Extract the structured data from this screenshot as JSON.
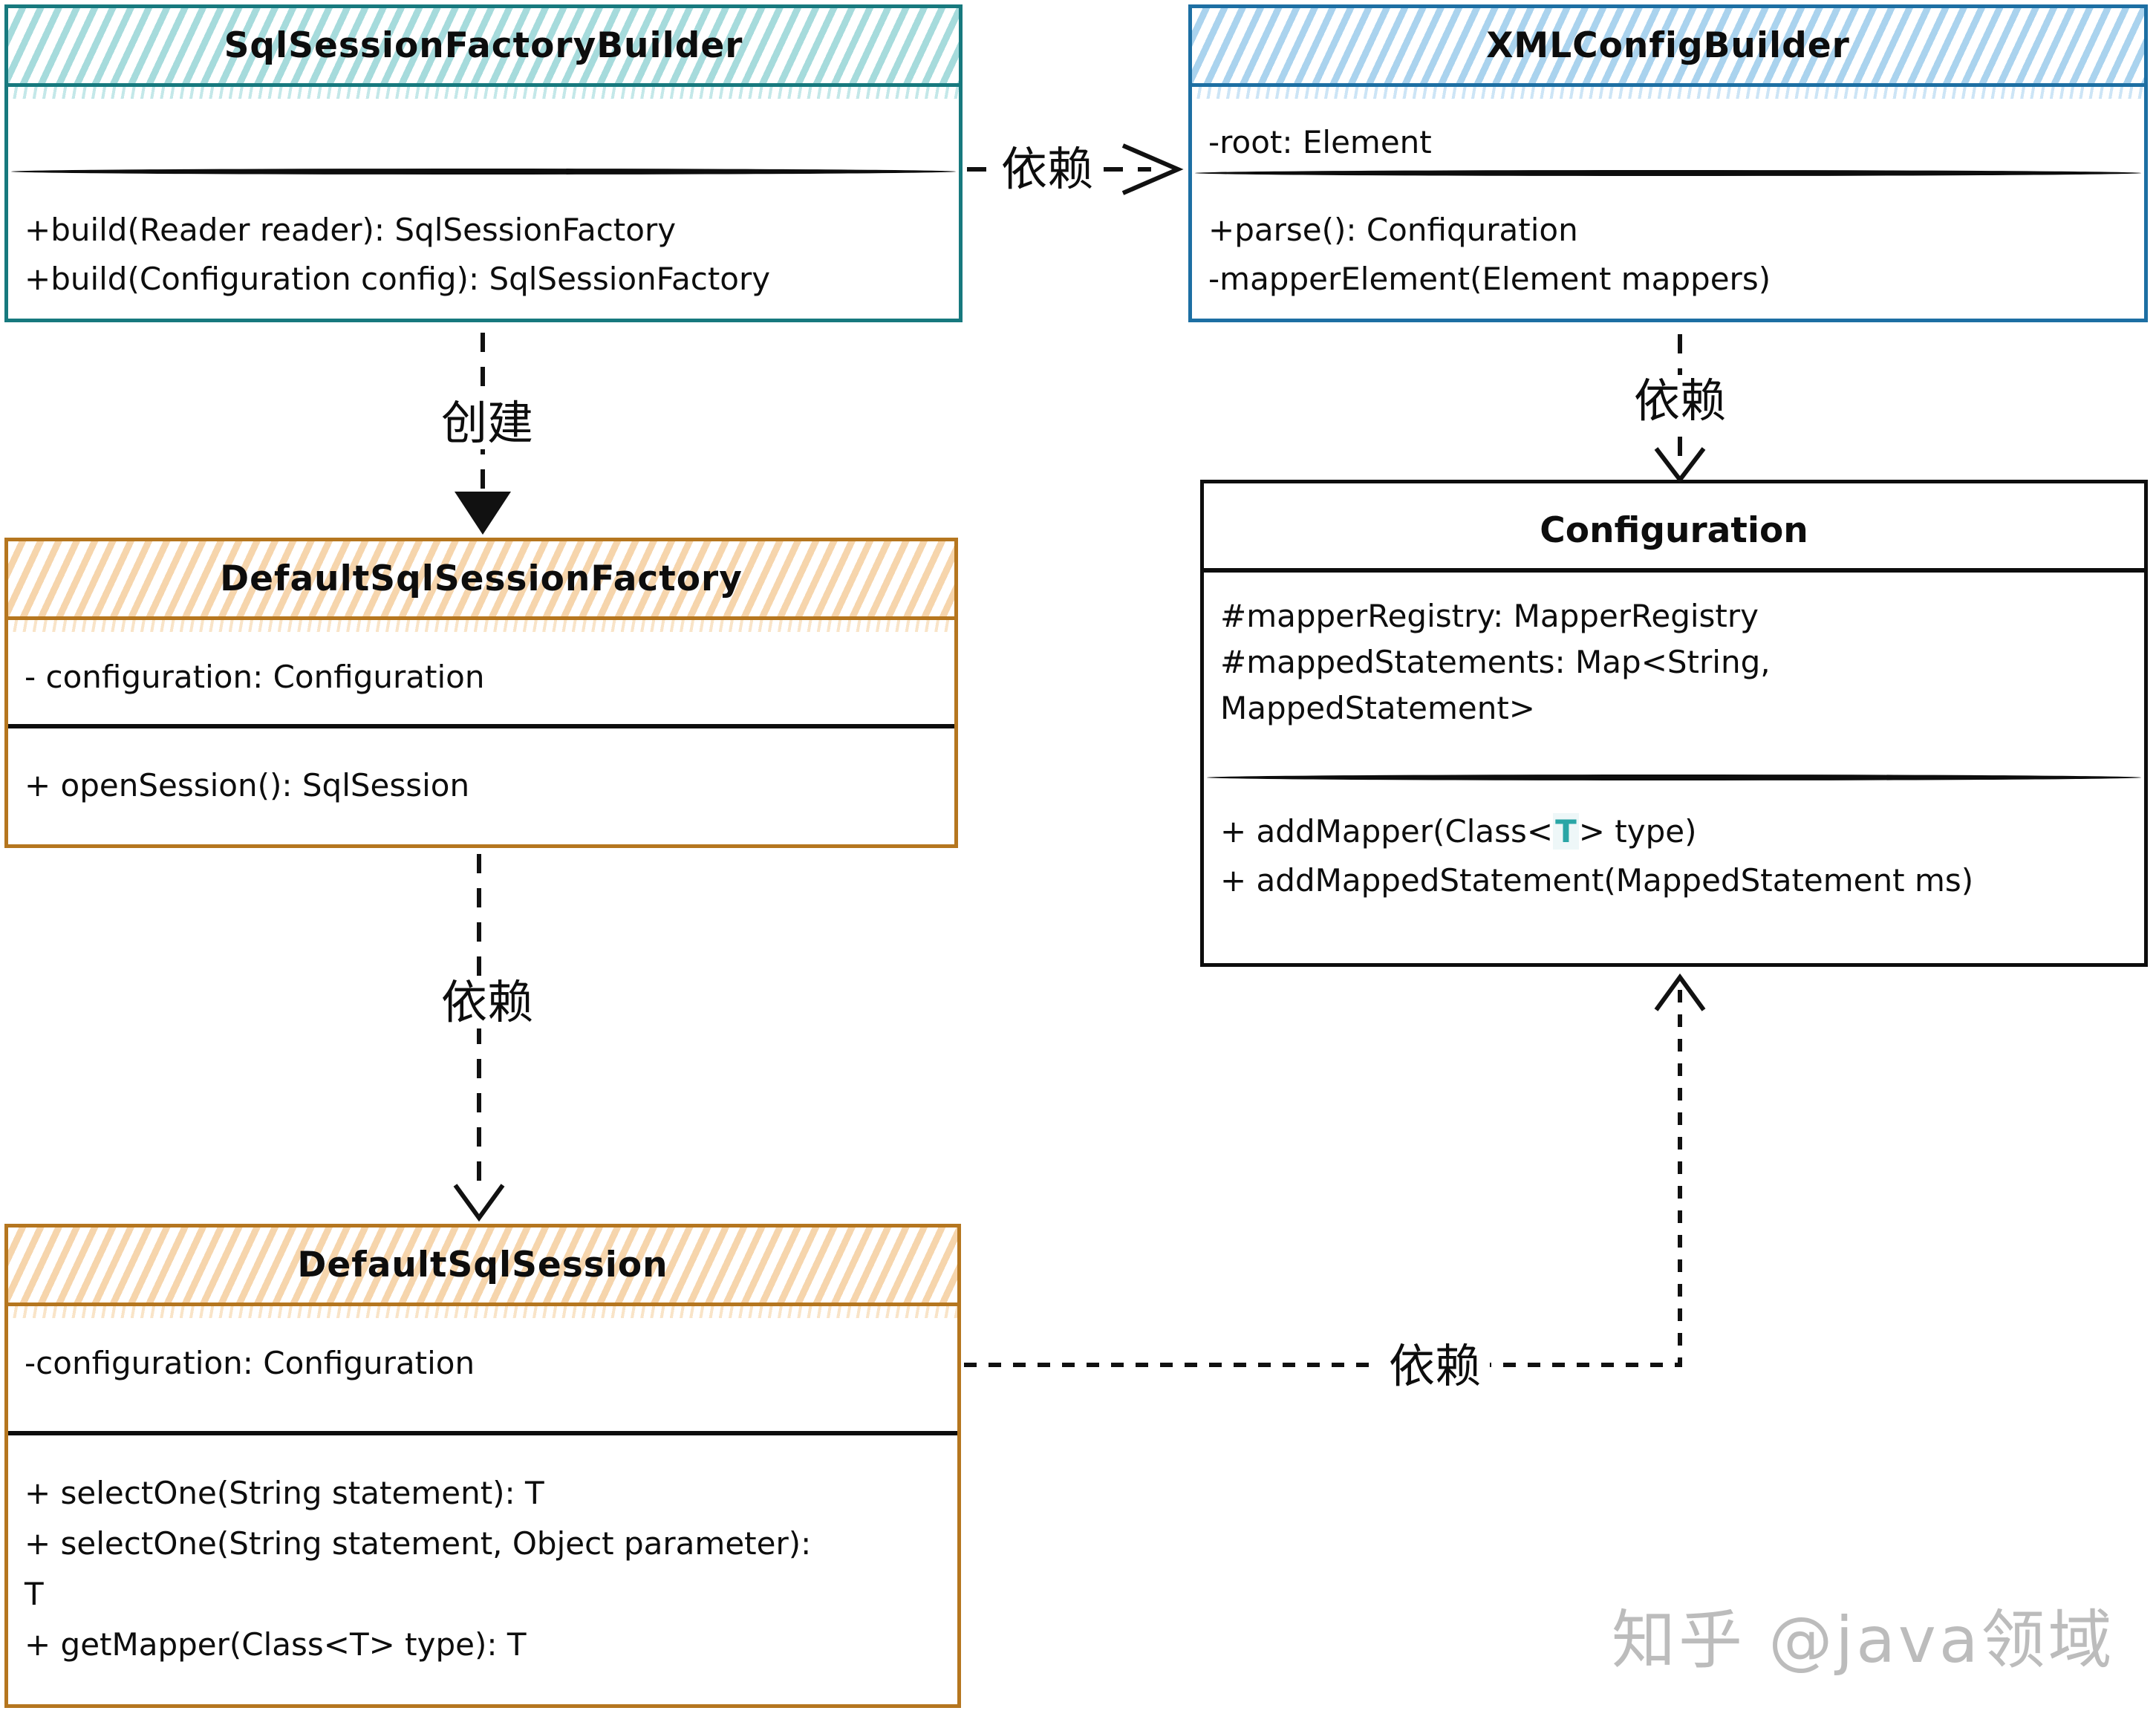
{
  "classes": {
    "ssfb": {
      "title": "SqlSessionFactoryBuilder",
      "fields": [],
      "methods": [
        "+build(Reader reader): SqlSessionFactory",
        "+build(Configuration config): SqlSessionFactory"
      ]
    },
    "xcb": {
      "title": "XMLConfigBuilder",
      "fields": [
        "-root: Element"
      ],
      "methods": [
        "+parse(): Confiquration",
        "-mapperElement(Element mappers)"
      ]
    },
    "dssf": {
      "title": "DefaultSqlSessionFactory",
      "fields": [
        "- configuration: Configuration"
      ],
      "methods": [
        "+ openSession(): SqlSession"
      ]
    },
    "cfg": {
      "title": "Configuration",
      "fields": [
        "#mapperRegistry: MapperRegistry",
        "#mappedStatements: Map<String, MappedStatement>"
      ],
      "method_addMapper": {
        "pre": "+ addMapper(Class<",
        "hl": "T",
        "post": "> type)"
      },
      "method_addMappedStatement": "+ addMappedStatement(MappedStatement ms)"
    },
    "dss": {
      "title": "DefaultSqlSession",
      "fields": [
        "-configuration: Configuration"
      ],
      "methods": [
        "+ selectOne(String statement): T",
        "+ selectOne(String statement, Object parameter): T",
        "+ getMapper(Class<T> type): T"
      ]
    }
  },
  "relations": {
    "builder_to_xmlconfig": {
      "label": "依赖",
      "from": "SqlSessionFactoryBuilder",
      "to": "XMLConfigBuilder",
      "style": "dashed-open-arrow"
    },
    "builder_creates_factory": {
      "label": "创建",
      "from": "SqlSessionFactoryBuilder",
      "to": "DefaultSqlSessionFactory",
      "style": "dashed-filled-arrow"
    },
    "xmlconfig_to_configuration": {
      "label": "依赖",
      "from": "XMLConfigBuilder",
      "to": "Configuration",
      "style": "dashed-open-arrow"
    },
    "factory_to_session": {
      "label": "依赖",
      "from": "DefaultSqlSessionFactory",
      "to": "DefaultSqlSession",
      "style": "dashed-open-arrow"
    },
    "session_to_configuration": {
      "label": "依赖",
      "from": "DefaultSqlSession",
      "to": "Configuration",
      "style": "dashed-open-arrow"
    }
  },
  "watermark": "知乎 @java领域",
  "colors": {
    "teal_border": "#17797e",
    "teal_stripe": "#a6dbdc",
    "blue_border": "#1d6fa3",
    "blue_stripe": "#aad3ee",
    "orange_border": "#b5761f",
    "orange_stripe": "#f6d5ac",
    "generic_type_t": "#2aa6a6",
    "ink": "#0d0d0d",
    "watermark": "#bcbcbc"
  }
}
